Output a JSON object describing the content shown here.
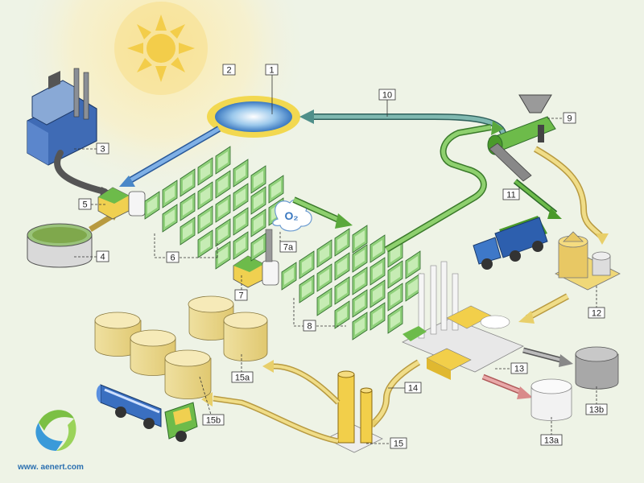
{
  "callouts": [
    {
      "id": "c1",
      "text": "1"
    },
    {
      "id": "c2",
      "text": "2"
    },
    {
      "id": "c3",
      "text": "3"
    },
    {
      "id": "c4",
      "text": "4"
    },
    {
      "id": "c5",
      "text": "5"
    },
    {
      "id": "c6",
      "text": "6"
    },
    {
      "id": "c7",
      "text": "7"
    },
    {
      "id": "c7a",
      "text": "7a"
    },
    {
      "id": "c8",
      "text": "8"
    },
    {
      "id": "c9",
      "text": "9"
    },
    {
      "id": "c10",
      "text": "10"
    },
    {
      "id": "c11",
      "text": "11"
    },
    {
      "id": "c12",
      "text": "12"
    },
    {
      "id": "c13",
      "text": "13"
    },
    {
      "id": "c13a",
      "text": "13a"
    },
    {
      "id": "c13b",
      "text": "13b"
    },
    {
      "id": "c14",
      "text": "14"
    },
    {
      "id": "c15",
      "text": "15"
    },
    {
      "id": "c15a",
      "text": "15a"
    },
    {
      "id": "c15b",
      "text": "15b"
    }
  ],
  "oxygen_label": "O₂",
  "footer": {
    "website": "www. aenert.com"
  },
  "colors": {
    "background": "#eef3e6",
    "sun": "#f5dc7a",
    "water_pipe": "#4a88c8",
    "recycle_pipe": "#4f8f8a",
    "gas_pipe": "#555555",
    "algae_pipe": "#5aa83c",
    "oil_pipe": "#e8cf6a",
    "residue_pipe": "#d98a8a",
    "bioreactor": "#8fd07a",
    "tanks": "#f2e3a0"
  },
  "icons": [
    "sun-icon",
    "factory-icon",
    "pond-icon",
    "oxygen-bubble-icon",
    "extruder-icon",
    "truck-icon",
    "tanker-truck-icon",
    "distillation-column-icon",
    "logo-icon"
  ]
}
